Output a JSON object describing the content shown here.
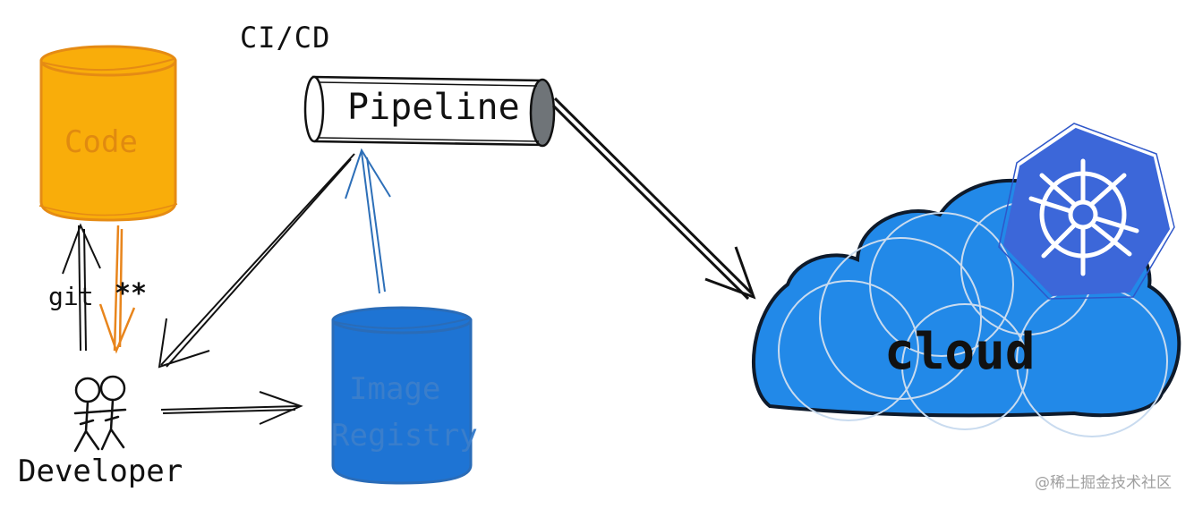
{
  "labels": {
    "cicd": "CI/CD",
    "pipeline": "Pipeline",
    "code": "Code",
    "git": "git",
    "stars": "**",
    "developer": "Developer",
    "image_registry_line1": "Image",
    "image_registry_line2": "Registry",
    "cloud": "cloud",
    "watermark": "@稀土掘金技术社区"
  },
  "colors": {
    "code_db": "#f9ad0a",
    "code_stroke": "#e58b14",
    "registry_db": "#1e74d4",
    "registry_stroke": "#2a6cb8",
    "cloud_fill": "#2289e8",
    "cloud_stroke": "#0e1a2b",
    "kubernetes": "#3c67d9",
    "arrow_dark": "#111111",
    "arrow_blue": "#2d6fb8",
    "arrow_orange": "#e8851c"
  },
  "icons": [
    "code-database",
    "image-registry-database",
    "pipeline-cylinder",
    "developer-icon",
    "cloud-shape",
    "kubernetes-helm-icon"
  ]
}
